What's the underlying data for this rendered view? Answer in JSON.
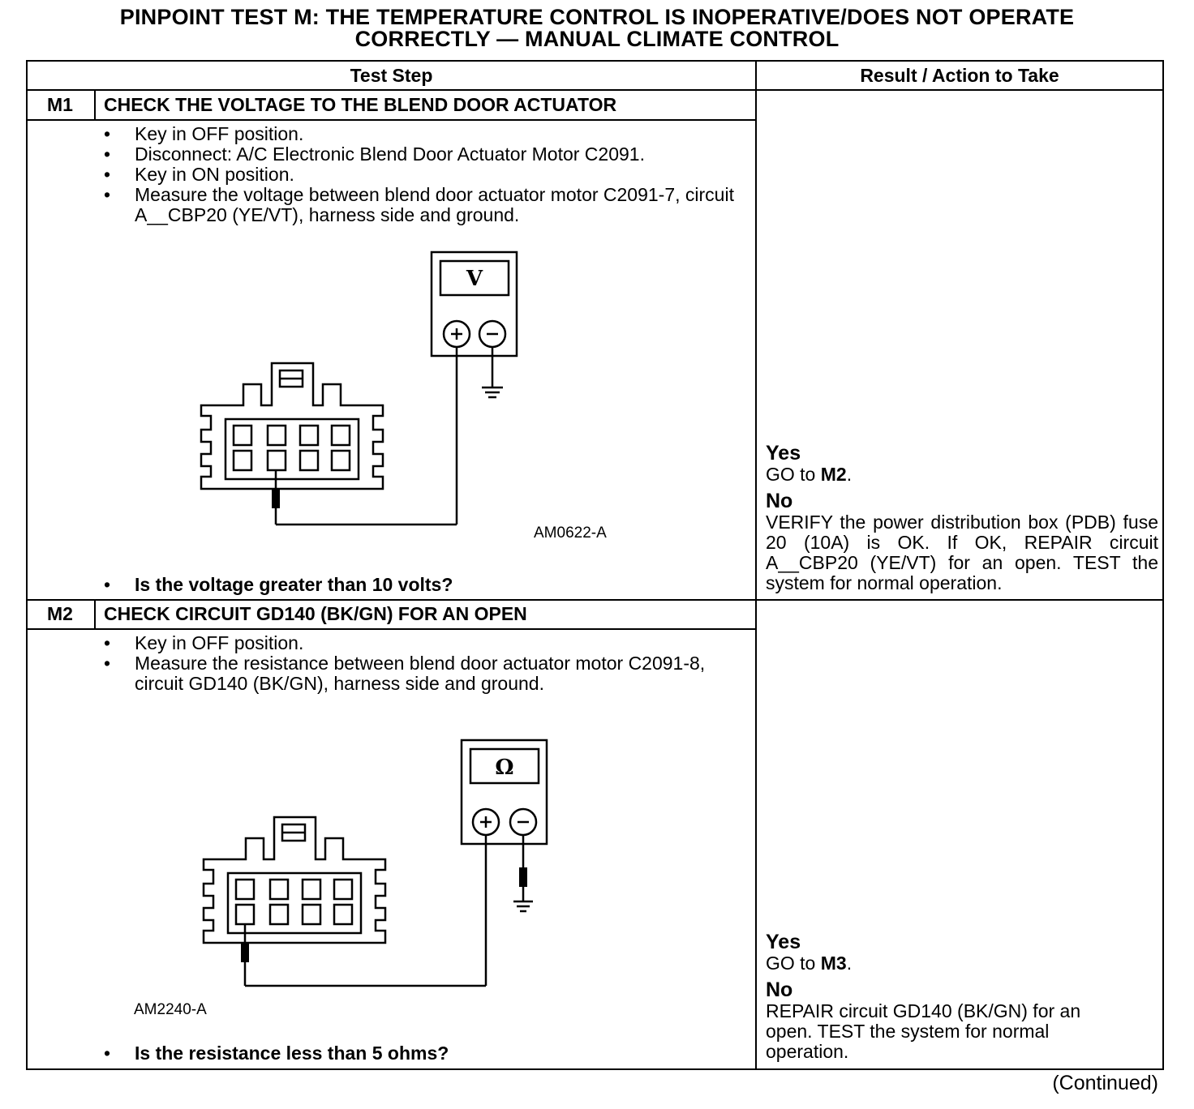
{
  "title_line1": "PINPOINT TEST  M: THE TEMPERATURE CONTROL IS INOPERATIVE/DOES NOT OPERATE",
  "title_line2": "CORRECTLY — MANUAL CLIMATE CONTROL",
  "headers": {
    "test_step": "Test Step",
    "result": "Result / Action to Take"
  },
  "steps": [
    {
      "id": "M1",
      "title": "CHECK THE VOLTAGE TO THE BLEND DOOR ACTUATOR",
      "bullets": [
        "Key in OFF position.",
        "Disconnect: A/C Electronic Blend Door Actuator Motor C2091.",
        "Key in ON position.",
        "Measure the voltage between blend door actuator motor C2091-7, circuit A__CBP20 (YE/VT), harness side and ground."
      ],
      "meter_symbol": "V",
      "figure_id": "AM0622-A",
      "question": "Is the voltage greater than 10 volts?",
      "yes_label": "Yes",
      "yes_pre": "GO to ",
      "yes_target": "M2",
      "yes_post": ".",
      "no_label": "No",
      "no_text": "VERIFY the power distribution box (PDB) fuse 20 (10A) is OK. If OK, REPAIR circuit A__CBP20 (YE/VT) for an open. TEST the system for normal operation."
    },
    {
      "id": "M2",
      "title": "CHECK CIRCUIT GD140 (BK/GN) FOR AN OPEN",
      "bullets": [
        "Key in OFF position.",
        "Measure the resistance between blend door actuator motor C2091-8, circuit GD140 (BK/GN), harness side and ground."
      ],
      "meter_symbol": "Ω",
      "figure_id": "AM2240-A",
      "question": "Is the resistance less than 5 ohms?",
      "yes_label": "Yes",
      "yes_pre": "GO to ",
      "yes_target": "M3",
      "yes_post": ".",
      "no_label": "No",
      "no_text": "REPAIR circuit GD140 (BK/GN) for an open. TEST the system for normal operation."
    }
  ],
  "continued": "(Continued)"
}
